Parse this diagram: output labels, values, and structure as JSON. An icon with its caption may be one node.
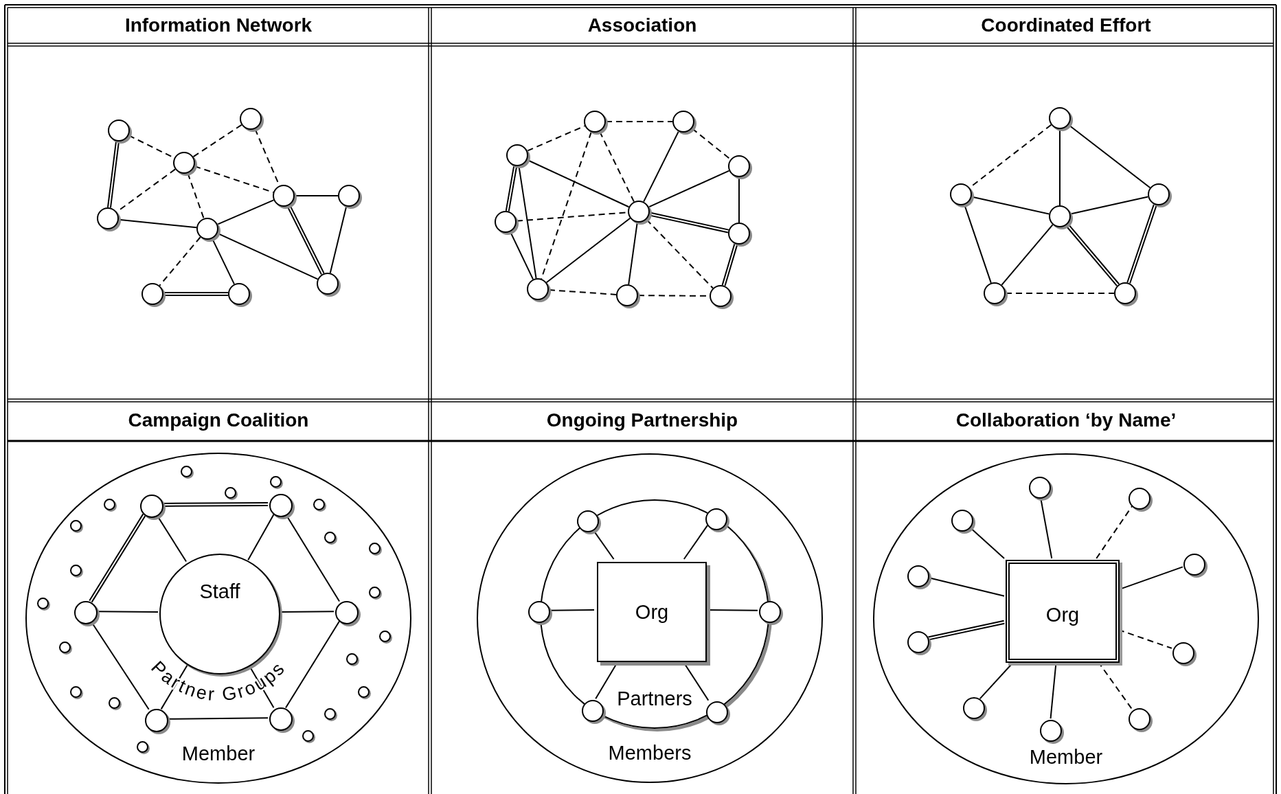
{
  "diagram": {
    "nodes": [
      {
        "text": [],
        "shape": "circle"
      },
      {
        "text": [],
        "shape": "circle"
      },
      {
        "text": [],
        "shape": "circle"
      },
      {
        "text": [],
        "shape": "circle"
      },
      {
        "text": [],
        "shape": "circle"
      },
      {
        "text": [],
        "shape": "circle"
      },
      {
        "text": [],
        "shape": "circle"
      },
      {
        "text": [],
        "shape": "circle"
      },
      {
        "text": [],
        "shape": "circle"
      },
      {
        "text": [],
        "shape": "circle"
      },
      {
        "text": [],
        "shape": "circle"
      },
      {
        "text": [],
        "shape": "circle"
      },
      {
        "text": [],
        "shape": "circle"
      },
      {
        "text": [],
        "shape": "circle"
      },
      {
        "text": [],
        "shape": "circle"
      },
      {
        "text": [],
        "shape": "circle"
      },
      {
        "text": [],
        "shape": "circle"
      },
      {
        "text": [],
        "shape": "circle"
      },
      {
        "text": [],
        "shape": "circle"
      },
      {
        "text": [],
        "shape": "circle"
      },
      {
        "text": [],
        "shape": "circle"
      },
      {
        "text": [],
        "shape": "circle"
      },
      {
        "text": [],
        "shape": "circle"
      },
      {
        "text": [],
        "shape": "circle"
      },
      {
        "text": [],
        "shape": "circle"
      },
      {
        "text": [],
        "shape": "circle"
      },
      {
        "text": [
          "Member"
        ]
      },
      {
        "text": [
          "Staff"
        ],
        "in": 26
      },
      {
        "text": [],
        "shape": "circle",
        "in": 26
      },
      {
        "text": [],
        "shape": "circle",
        "in": 26
      },
      {
        "text": [],
        "shape": "circle",
        "in": 26
      },
      {
        "text": [],
        "shape": "circle",
        "in": 26
      },
      {
        "text": [],
        "shape": "circle",
        "in": 26
      },
      {
        "text": [],
        "shape": "circle",
        "in": 26
      },
      {
        "text": [],
        "shape": "circle",
        "in": 26
      },
      {
        "text": [],
        "shape": "circle",
        "in": 26
      },
      {
        "text": [],
        "shape": "circle",
        "in": 26
      },
      {
        "text": [],
        "shape": "circle",
        "in": 26
      },
      {
        "text": [],
        "shape": "circle",
        "in": 26
      },
      {
        "text": [],
        "shape": "circle",
        "in": 26
      },
      {
        "text": [],
        "shape": "circle",
        "in": 26
      },
      {
        "text": [],
        "shape": "circle",
        "in": 26
      },
      {
        "text": [],
        "shape": "circle",
        "in": 26
      },
      {
        "text": [],
        "shape": "circle",
        "in": 26
      },
      {
        "text": [],
        "shape": "circle",
        "in": 26
      },
      {
        "text": [],
        "shape": "circle",
        "in": 26
      },
      {
        "text": [],
        "shape": "circle",
        "in": 26
      },
      {
        "text": [],
        "shape": "circle",
        "in": 26
      },
      {
        "text": [],
        "shape": "circle",
        "in": 26
      },
      {
        "text": [],
        "shape": "circle",
        "in": 26
      },
      {
        "text": [],
        "shape": "circle",
        "in": 26
      },
      {
        "text": [],
        "shape": "circle",
        "in": 26
      },
      {
        "text": [],
        "shape": "circle",
        "in": 26
      },
      {
        "text": [],
        "shape": "circle",
        "in": 26
      },
      {
        "text": [
          "Members"
        ]
      },
      {
        "text": [
          "Partners"
        ],
        "in": 54
      },
      {
        "text": [
          "Org"
        ],
        "in": 55
      },
      {
        "text": [],
        "shape": "circle",
        "in": 55
      },
      {
        "text": [],
        "shape": "circle",
        "in": 55
      },
      {
        "text": [],
        "shape": "circle",
        "in": 54
      },
      {
        "text": [],
        "shape": "circle",
        "in": 54
      },
      {
        "text": [],
        "shape": "circle",
        "in": 55
      },
      {
        "text": [],
        "shape": "circle",
        "in": 55
      },
      {
        "text": [
          "Member"
        ]
      },
      {
        "text": [
          "Org"
        ],
        "in": 63
      },
      {
        "text": [],
        "shape": "circle",
        "in": 63
      },
      {
        "text": [],
        "shape": "circle",
        "in": 63
      },
      {
        "text": [],
        "shape": "circle",
        "in": 63
      },
      {
        "text": [],
        "shape": "circle",
        "in": 63
      },
      {
        "text": [],
        "shape": "circle",
        "in": 63
      },
      {
        "text": [],
        "shape": "circle",
        "in": 63
      },
      {
        "text": [],
        "shape": "circle",
        "in": 63
      },
      {
        "text": [],
        "shape": "circle",
        "in": 63
      },
      {
        "text": [],
        "shape": "circle",
        "in": 63
      },
      {
        "text": [],
        "shape": "circle",
        "in": 63
      }
    ],
    "edges": [
      {
        "from": 0,
        "to": 3,
        "arrow": "none",
        "style": "thick"
      },
      {
        "from": 0,
        "to": 2,
        "arrow": "none",
        "style": "dashed"
      },
      {
        "from": 1,
        "to": 2,
        "arrow": "none",
        "style": "dashed"
      },
      {
        "from": 1,
        "to": 5,
        "arrow": "none",
        "style": "dashed"
      },
      {
        "from": 2,
        "to": 3,
        "arrow": "none",
        "style": "dashed"
      },
      {
        "from": 2,
        "to": 5,
        "arrow": "none",
        "style": "dashed"
      },
      {
        "from": 2,
        "to": 4,
        "arrow": "none",
        "style": "dashed"
      },
      {
        "from": 3,
        "to": 4,
        "arrow": "none"
      },
      {
        "from": 4,
        "to": 5,
        "arrow": "none"
      },
      {
        "from": 5,
        "to": 6,
        "arrow": "none"
      },
      {
        "from": 5,
        "to": 7,
        "arrow": "none",
        "style": "thick"
      },
      {
        "from": 6,
        "to": 7,
        "arrow": "none"
      },
      {
        "from": 4,
        "to": 7,
        "arrow": "none"
      },
      {
        "from": 4,
        "to": 8,
        "arrow": "none",
        "style": "dashed"
      },
      {
        "from": 4,
        "to": 9,
        "arrow": "none"
      },
      {
        "from": 8,
        "to": 9,
        "arrow": "none",
        "style": "thick"
      },
      {
        "from": 12,
        "to": 10,
        "arrow": "none",
        "style": "dashed"
      },
      {
        "from": 10,
        "to": 11,
        "arrow": "none",
        "style": "dashed"
      },
      {
        "from": 11,
        "to": 13,
        "arrow": "none",
        "style": "dashed"
      },
      {
        "from": 12,
        "to": 14,
        "arrow": "none",
        "style": "thick"
      },
      {
        "from": 12,
        "to": 15,
        "arrow": "none"
      },
      {
        "from": 12,
        "to": 17,
        "arrow": "none"
      },
      {
        "from": 10,
        "to": 17,
        "arrow": "none",
        "style": "dashed"
      },
      {
        "from": 10,
        "to": 15,
        "arrow": "none",
        "style": "dashed"
      },
      {
        "from": 11,
        "to": 15,
        "arrow": "none"
      },
      {
        "from": 13,
        "to": 15,
        "arrow": "none"
      },
      {
        "from": 13,
        "to": 16,
        "arrow": "none"
      },
      {
        "from": 14,
        "to": 15,
        "arrow": "none",
        "style": "dashed"
      },
      {
        "from": 14,
        "to": 17,
        "arrow": "none"
      },
      {
        "from": 15,
        "to": 17,
        "arrow": "none"
      },
      {
        "from": 15,
        "to": 16,
        "arrow": "none",
        "style": "thick"
      },
      {
        "from": 15,
        "to": 18,
        "arrow": "none"
      },
      {
        "from": 15,
        "to": 19,
        "arrow": "none",
        "style": "dashed"
      },
      {
        "from": 16,
        "to": 19,
        "arrow": "none",
        "style": "thick"
      },
      {
        "from": 17,
        "to": 18,
        "arrow": "none",
        "style": "dashed"
      },
      {
        "from": 18,
        "to": 19,
        "arrow": "none",
        "style": "dashed"
      },
      {
        "from": 20,
        "to": 21,
        "arrow": "none",
        "style": "dashed"
      },
      {
        "from": 20,
        "to": 23,
        "arrow": "none"
      },
      {
        "from": 20,
        "to": 22,
        "arrow": "none"
      },
      {
        "from": 21,
        "to": 23,
        "arrow": "none"
      },
      {
        "from": 21,
        "to": 24,
        "arrow": "none"
      },
      {
        "from": 23,
        "to": 22,
        "arrow": "none"
      },
      {
        "from": 23,
        "to": 24,
        "arrow": "none"
      },
      {
        "from": 23,
        "to": 25,
        "arrow": "none",
        "style": "thick"
      },
      {
        "from": 22,
        "to": 25,
        "arrow": "none",
        "style": "thick"
      },
      {
        "from": 24,
        "to": 25,
        "arrow": "none",
        "style": "dashed"
      },
      {
        "from": 28,
        "to": 29,
        "arrow": "none",
        "style": "thick"
      },
      {
        "from": 28,
        "to": 30,
        "arrow": "none",
        "style": "thick"
      },
      {
        "from": 29,
        "to": 31,
        "arrow": "none"
      },
      {
        "from": 30,
        "to": 32,
        "arrow": "none"
      },
      {
        "from": 31,
        "to": 33,
        "arrow": "none"
      },
      {
        "from": 32,
        "to": 33,
        "arrow": "none"
      },
      {
        "from": 27,
        "to": 28,
        "arrow": "none"
      },
      {
        "from": 27,
        "to": 29,
        "arrow": "none"
      },
      {
        "from": 27,
        "to": 30,
        "arrow": "none"
      },
      {
        "from": 27,
        "to": 31,
        "arrow": "none"
      },
      {
        "from": 27,
        "to": 32,
        "arrow": "none"
      },
      {
        "from": 27,
        "to": 33,
        "arrow": "none"
      },
      {
        "from": 56,
        "to": 57,
        "arrow": "none"
      },
      {
        "from": 56,
        "to": 58,
        "arrow": "none"
      },
      {
        "from": 56,
        "to": 59,
        "arrow": "none"
      },
      {
        "from": 56,
        "to": 60,
        "arrow": "none"
      },
      {
        "from": 56,
        "to": 61,
        "arrow": "none"
      },
      {
        "from": 56,
        "to": 62,
        "arrow": "none"
      },
      {
        "from": 64,
        "to": 65,
        "arrow": "none"
      },
      {
        "from": 64,
        "to": 66,
        "arrow": "none",
        "style": "dashed"
      },
      {
        "from": 64,
        "to": 67,
        "arrow": "none"
      },
      {
        "from": 64,
        "to": 68,
        "arrow": "none"
      },
      {
        "from": 64,
        "to": 69,
        "arrow": "none"
      },
      {
        "from": 64,
        "to": 70,
        "arrow": "none",
        "style": "thick"
      },
      {
        "from": 64,
        "to": 71,
        "arrow": "none",
        "style": "dashed"
      },
      {
        "from": 64,
        "to": 72,
        "arrow": "none"
      },
      {
        "from": 64,
        "to": 73,
        "arrow": "none",
        "style": "dashed"
      },
      {
        "from": 64,
        "to": 74,
        "arrow": "none"
      }
    ],
    "labels": [
      "Information Network",
      "Association",
      "Coordinated Effort",
      "Campaign Coalition",
      "Ongoing Partnership",
      "Collaboration ‘by Name’",
      "Partner Groups"
    ]
  }
}
